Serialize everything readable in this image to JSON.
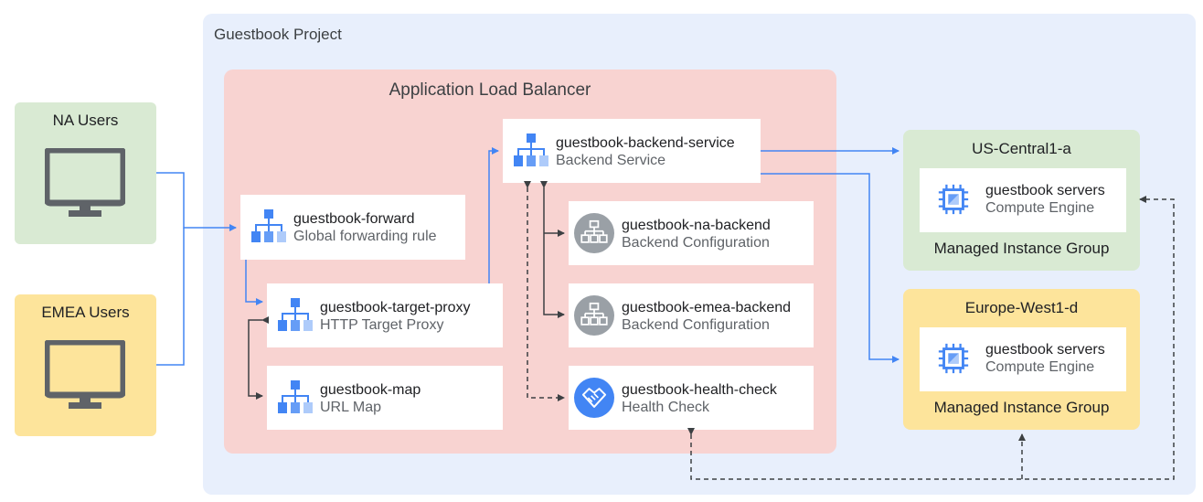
{
  "project": {
    "title": "Guestbook Project"
  },
  "load_balancer": {
    "title": "Application Load Balancer"
  },
  "users": [
    {
      "label": "NA Users",
      "color": "#d9ead3"
    },
    {
      "label": "EMEA Users",
      "color": "#fde49b"
    }
  ],
  "components": {
    "forward": {
      "name": "guestbook-forward",
      "type": "Global forwarding rule"
    },
    "target_proxy": {
      "name": "guestbook-target-proxy",
      "type": "HTTP Target Proxy"
    },
    "map": {
      "name": "guestbook-map",
      "type": "URL Map"
    },
    "backend_service": {
      "name": "guestbook-backend-service",
      "type": "Backend Service"
    },
    "na_backend": {
      "name": "guestbook-na-backend",
      "type": "Backend Configuration"
    },
    "emea_backend": {
      "name": "guestbook-emea-backend",
      "type": "Backend Configuration"
    },
    "health_check": {
      "name": "guestbook-health-check",
      "type": "Health Check"
    }
  },
  "zones": [
    {
      "title": "US-Central1-a",
      "server": "guestbook servers",
      "server_type": "Compute Engine",
      "group": "Managed Instance Group",
      "color": "#d9ead3"
    },
    {
      "title": "Europe-West1-d",
      "server": "guestbook servers",
      "server_type": "Compute Engine",
      "group": "Managed Instance Group",
      "color": "#fde49b"
    }
  ],
  "colors": {
    "project_bg": "#e8effc",
    "alb_bg": "#f8d3d1",
    "link_blue": "#4285f4",
    "link_dark": "#3c4043"
  }
}
